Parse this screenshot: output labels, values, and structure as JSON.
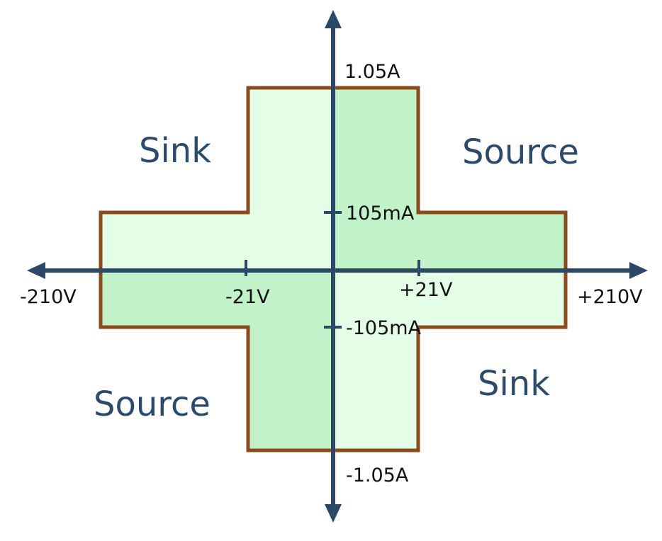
{
  "colors": {
    "axis": "#2b4866",
    "outline": "#8a4a1c",
    "fill_dark": "#c2f2c9",
    "fill_light": "#e3fde6",
    "quadrant_text": "#2d4a6b",
    "tick_text": "#111111"
  },
  "axes": {
    "x_unit": "V",
    "y_unit": "A",
    "arrowheads": "both ends"
  },
  "labels": {
    "current_max": "1.05A",
    "current_min": "-1.05A",
    "current_low_pos": "105mA",
    "current_low_neg": "-105mA",
    "voltage_min": "-210V",
    "voltage_max": "+210V",
    "voltage_low_neg": "-21V",
    "voltage_low_pos": "+21V"
  },
  "quadrants": {
    "top_left": "Sink",
    "top_right": "Source",
    "bottom_left": "Source",
    "bottom_right": "Sink"
  },
  "operating_region": {
    "voltage_limits_V": [
      -210,
      210
    ],
    "current_limits_A": [
      -1.05,
      1.05
    ],
    "high_current_voltage_limit_V": 21,
    "high_voltage_current_limit_A": 0.105,
    "shading": "source quadrants darker green, sink quadrants lighter green"
  }
}
